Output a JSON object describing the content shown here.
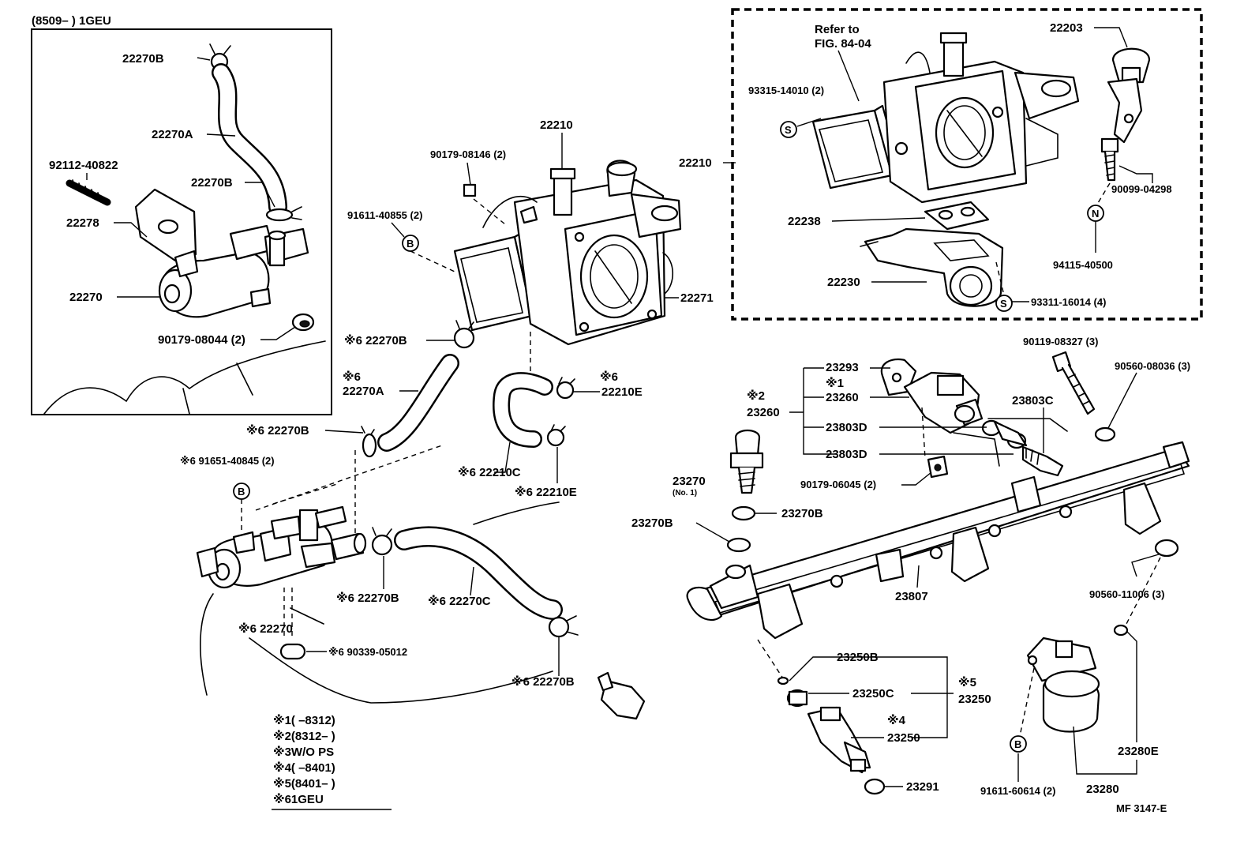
{
  "inset_left": {
    "header": "(8509–        ) 1GEU",
    "labels": {
      "a": "22270B",
      "b": "22270A",
      "c": "92112-40822",
      "d": "22270B",
      "e": "22278",
      "f": "22270",
      "g": "90179-08044 (2)"
    }
  },
  "inset_right": {
    "refer_line1": "Refer to",
    "refer_line2": "FIG. 84-04",
    "labels": {
      "a": "22203",
      "b": "93315-14010 (2)",
      "c": "22210",
      "d": "90099-04298",
      "e": "22238",
      "f": "94115-40500",
      "g": "22230",
      "h": "93311-16014 (4)"
    },
    "symbols": {
      "s1": "S",
      "s2": "S",
      "n1": "N"
    }
  },
  "throttle": {
    "labels": {
      "a": "22210",
      "b": "90179-08146 (2)",
      "c": "91611-40855 (2)",
      "d": "22271",
      "e": "※6 22270B",
      "f": "※6",
      "g": "22270A",
      "h": "※6",
      "i": "22210E",
      "j": "※6 22270B",
      "k": "※6 91651-40845 (2)",
      "l": "※6 22210C",
      "m": "※6 22210E"
    },
    "symbols": {
      "b1": "B",
      "b2": "B"
    }
  },
  "lower_left": {
    "labels": {
      "a": "※6 22270B",
      "b": "※6 22270C",
      "c": "※6 22270",
      "d": "※6 90339-05012",
      "e": "※6 22270B"
    }
  },
  "fuel_rail": {
    "labels": {
      "a": "23293",
      "b": "※1",
      "c": "23260",
      "d": "※2",
      "e": "23260",
      "f": "23803D",
      "g": "23803D",
      "h": "23803C",
      "i": "90119-08327 (3)",
      "j": "90560-08036 (3)",
      "k": "23270",
      "l": "(No. 1)",
      "m": "90179-06045 (2)",
      "n": "23270B",
      "o": "23270B",
      "p": "23807",
      "q": "90560-11006 (3)",
      "r": "23250B",
      "s": "23250C",
      "t": "※5",
      "u": "23250",
      "v": "※4",
      "w": "23250",
      "x": "23291",
      "y": "23280E",
      "z": "23280",
      "aa": "91611-60614 (2)",
      "fig": "MF 3147-E"
    },
    "symbols": {
      "b3": "B"
    }
  },
  "legend": [
    "※1(        –8312)",
    "※2(8312–          )",
    "※3W/O PS",
    "※4(        –8401)",
    "※5(8401–          )",
    "※61GEU"
  ]
}
